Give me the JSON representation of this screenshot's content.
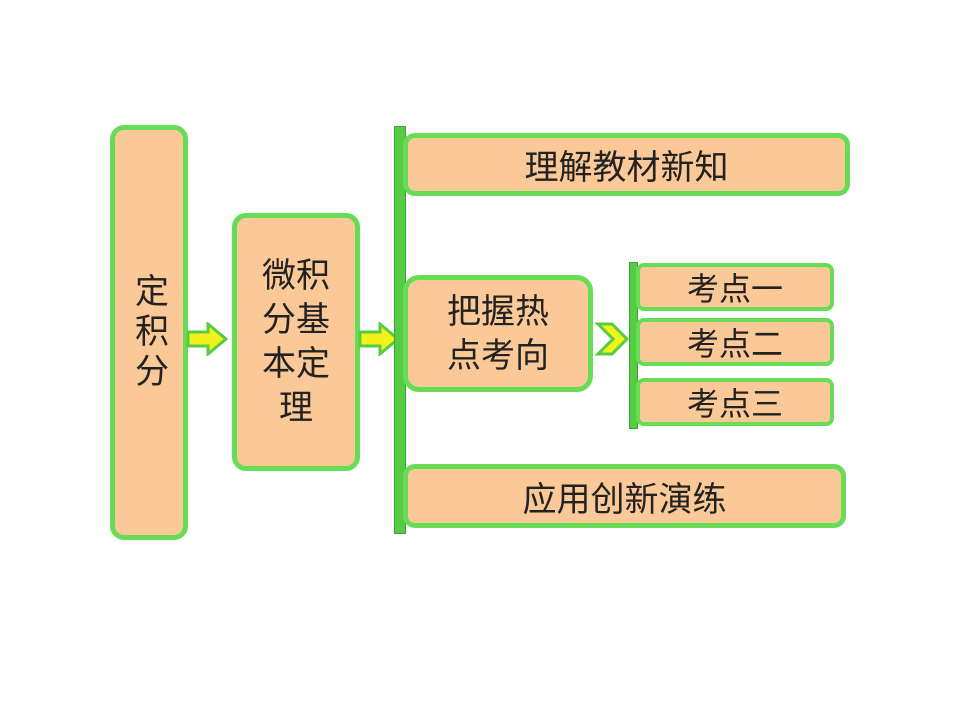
{
  "colors": {
    "box_fill": "#fbc897",
    "box_border": "#66dd55",
    "bracket": "#55cc44",
    "arrow_fill": "#f3f21a",
    "arrow_border": "#55cc44"
  },
  "root": {
    "label": "定积分"
  },
  "topic": {
    "lines": [
      "微积",
      "分基",
      "本定",
      "理"
    ]
  },
  "sections": {
    "understand": "理解教材新知",
    "grasp": {
      "lines": [
        "把握热",
        "点考向"
      ]
    },
    "apply": "应用创新演练"
  },
  "points": [
    "考点一",
    "考点二",
    "考点三"
  ]
}
